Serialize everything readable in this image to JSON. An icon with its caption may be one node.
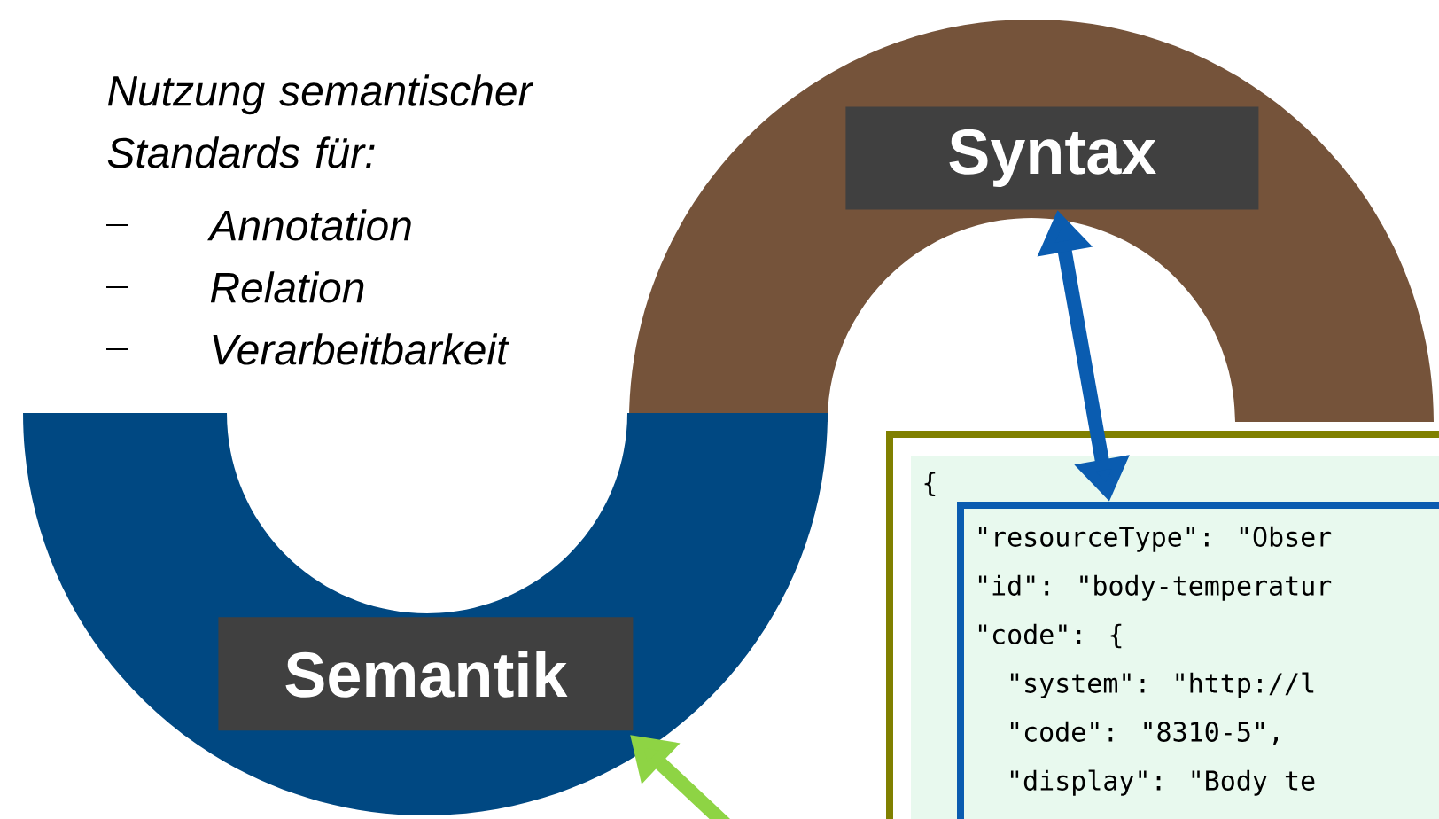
{
  "diagram": {
    "nodes": [
      {
        "text": [
          "Syntax"
        ]
      },
      {
        "text": [
          "Semantik"
        ]
      },
      {
        "text": [
          "{"
        ]
      },
      {
        "text": [
          "\"resourceType\": \"Obser",
          "\"id\": \"body-temperatur",
          "\"code\": {",
          "\"system\": \"http://l",
          "\"code\": \"8310-5\",",
          "\"display\": \"Body te"
        ],
        "in": 2
      }
    ],
    "edges": [
      {
        "from": 0,
        "to": 3,
        "arrow": "both",
        "color": "#0a5cb0"
      },
      {
        "from": null,
        "to": 1,
        "arrow": "to",
        "color": "#8ed444"
      }
    ],
    "labels": [
      "Nutzung semantischer Standards für:",
      "Annotation",
      "Relation",
      "Verarbeitbarkeit"
    ]
  }
}
